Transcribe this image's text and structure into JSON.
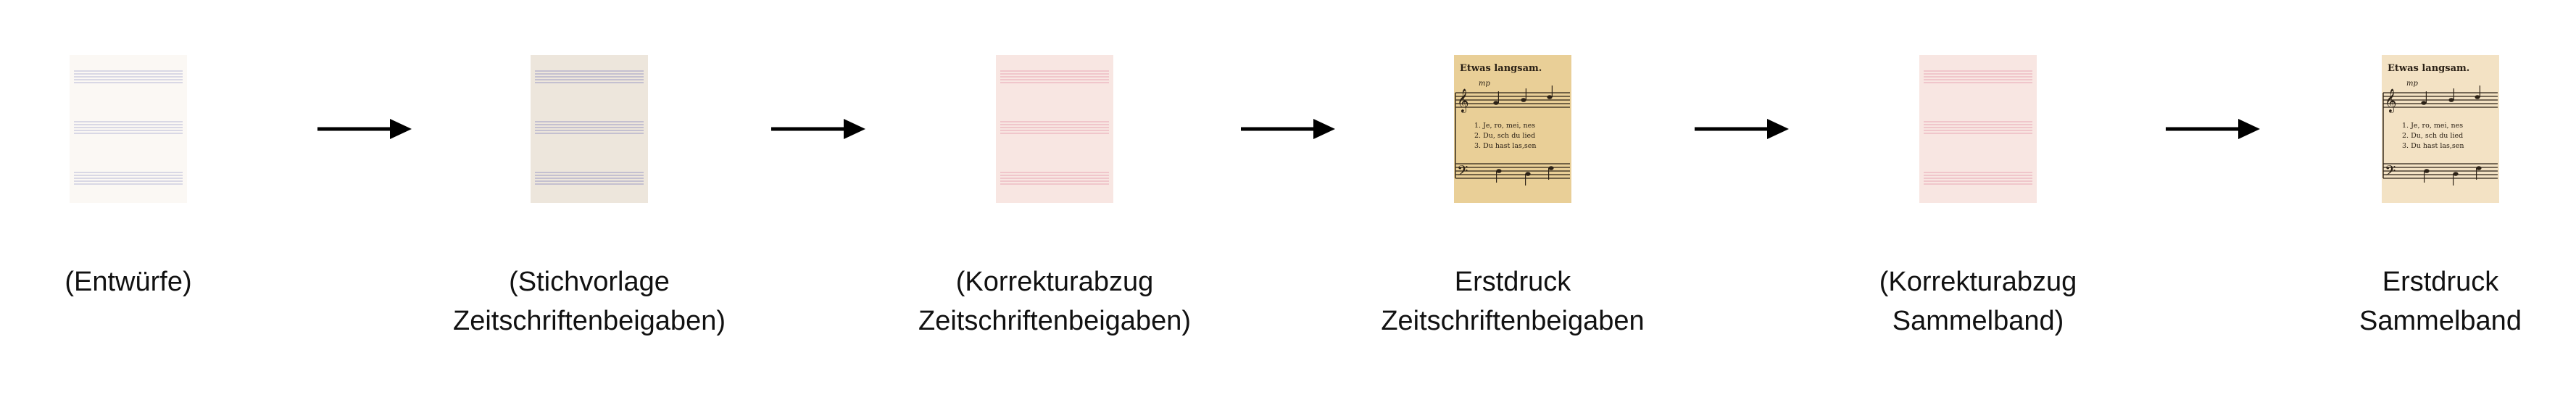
{
  "steps": [
    {
      "line1": "(Entwürfe)",
      "line2": "",
      "thumb": "blank",
      "paper": "#fbf8f4",
      "staff": "#b7b7d6"
    },
    {
      "line1": "(Stichvorlage",
      "line2": "Zeitschriftenbeigaben)",
      "thumb": "blank",
      "paper": "#ede6dc",
      "staff": "#9a99c4"
    },
    {
      "line1": "(Korrekturabzug",
      "line2": "Zeitschriftenbeigaben)",
      "thumb": "blank",
      "paper": "#f8e6e2",
      "staff": "#e7a6b4"
    },
    {
      "line1": "Erstdruck",
      "line2": "Zeitschriftenbeigaben",
      "thumb": "score",
      "paper": "#e9cf97",
      "staff": "#2b2116"
    },
    {
      "line1": "(Korrekturabzug",
      "line2": "Sammelband)",
      "thumb": "blank",
      "paper": "#f8e6e2",
      "staff": "#e7a6b4"
    },
    {
      "line1": "Erstdruck",
      "line2": "Sammelband",
      "thumb": "score",
      "paper": "#f3e2c4",
      "staff": "#2b2116"
    }
  ],
  "score": {
    "tempo": "Etwas langsam.",
    "dynamic": "mp",
    "verse_1": "1. Je, ro, mei, nes",
    "verse_2": "2. Du, sch du lied",
    "verse_3": "3. Du hast las,sen"
  },
  "arrow_color": "#000000"
}
